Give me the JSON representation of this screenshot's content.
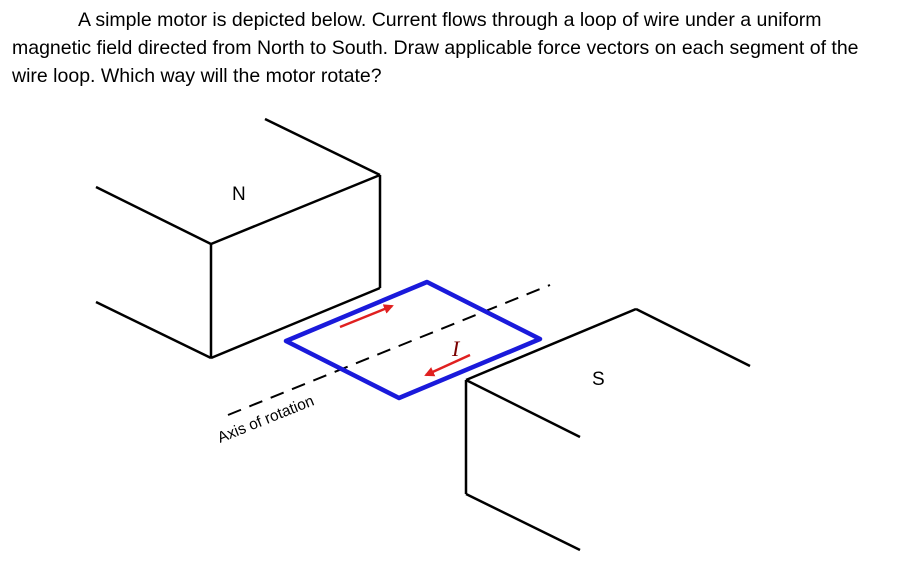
{
  "question": {
    "text": "A simple motor is depicted below. Current flows through a loop of wire under a uniform magnetic field directed from North to South.  Draw applicable force vectors on each segment of the wire loop.  Which way will the motor rotate?"
  },
  "diagram": {
    "north_label": "N",
    "south_label": "S",
    "axis_label": "Axis of rotation",
    "current_label": "I",
    "colors": {
      "magnet": "#000000",
      "loop": "#1a1adb",
      "current_arrow": "#e02020",
      "axis": "#000000"
    }
  }
}
